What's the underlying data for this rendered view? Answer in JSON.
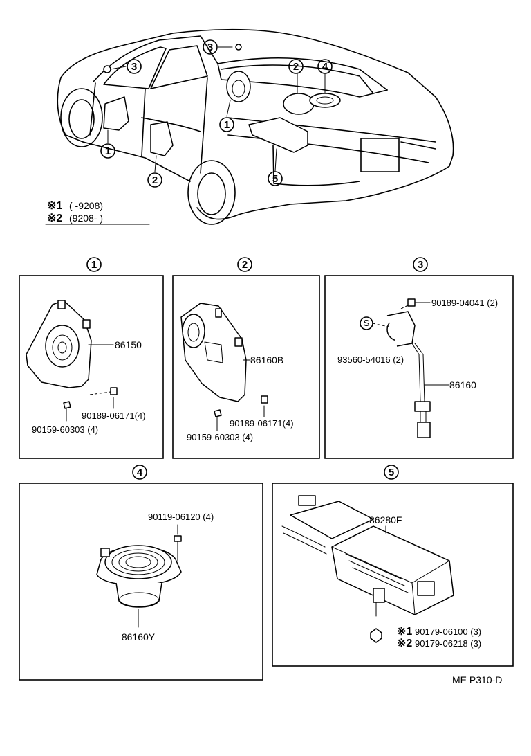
{
  "callouts": {
    "c1": "1",
    "c2": "2",
    "c3": "3",
    "c4": "4",
    "c5": "5"
  },
  "notes": {
    "n1_mark": "※1",
    "n1_range": "(        -9208)",
    "n2_mark": "※2",
    "n2_range": "(9208-          )"
  },
  "panels": {
    "p1": {
      "num": "1",
      "part_main": "86150",
      "part_a": "90189-06171(4)",
      "part_b": "90159-60303 (4)"
    },
    "p2": {
      "num": "2",
      "part_main": "86160B",
      "part_a": "90189-06171(4)",
      "part_b": "90159-60303 (4)"
    },
    "p3": {
      "num": "3",
      "part_top": "90189-04041 (2)",
      "part_s": "S",
      "part_mid": "93560-54016 (2)",
      "part_main": "86160"
    },
    "p4": {
      "num": "4",
      "part_top": "90119-06120 (4)",
      "part_main": "86160Y"
    },
    "p5": {
      "num": "5",
      "part_main": "86280F",
      "part_a_mark": "※1",
      "part_a": "90179-06100 (3)",
      "part_b_mark": "※2",
      "part_b": "90179-06218 (3)"
    }
  },
  "footer": {
    "code": "ME P310-D"
  }
}
